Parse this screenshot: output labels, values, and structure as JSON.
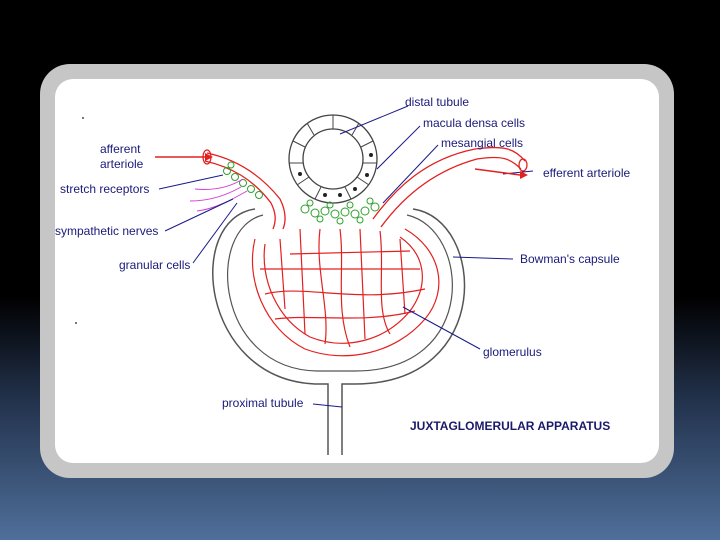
{
  "diagram": {
    "title": "JUXTAGLOMERULAR APPARATUS",
    "labels": {
      "distal_tubule": "distal tubule",
      "macula_densa": "macula densa cells",
      "mesangial": "mesangial cells",
      "efferent": "efferent arteriole",
      "afferent_line1": "afferent",
      "afferent_line2": "arteriole",
      "stretch": "stretch receptors",
      "sympathetic": "sympathetic nerves",
      "granular": "granular cells",
      "bowman": "Bowman's capsule",
      "glomerulus": "glomerulus",
      "proximal": "proximal tubule"
    },
    "colors": {
      "vessel": "#e32020",
      "leader": "#1a1a8a",
      "nerve": "#d43fd4",
      "cells": "#2ea12e",
      "outline": "#555555"
    }
  }
}
